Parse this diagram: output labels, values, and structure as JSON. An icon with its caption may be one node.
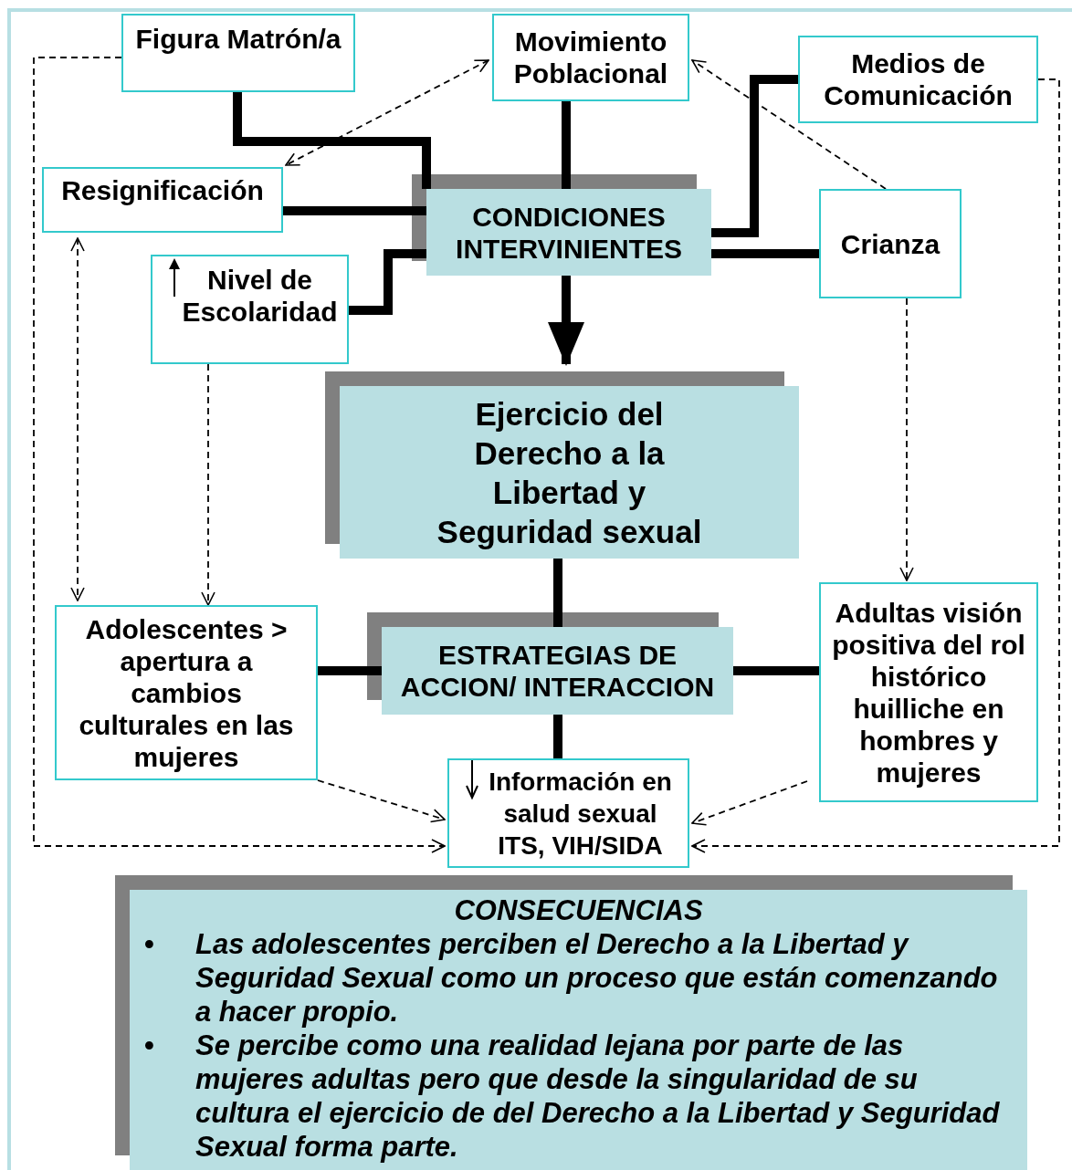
{
  "diagram": {
    "nodes": [
      {
        "text": [
          "Figura Matrón/a"
        ]
      },
      {
        "text": [
          "Movimiento Poblacional"
        ]
      },
      {
        "text": [
          "Medios de Comunicación"
        ]
      },
      {
        "text": [
          "Resignificación"
        ]
      },
      {
        "text": [
          "CONDICIONES INTERVINIENTES"
        ]
      },
      {
        "text": [
          "Crianza"
        ]
      },
      {
        "text": [
          "Nivel de Escolaridad"
        ]
      },
      {
        "text": [
          "Ejercicio del Derecho a la Libertad y Seguridad sexual"
        ]
      },
      {
        "text": [
          "Adolescentes > apertura a cambios culturales en las mujeres"
        ]
      },
      {
        "text": [
          "ESTRATEGIAS DE ACCION/ INTERACCION"
        ]
      },
      {
        "text": [
          "Adultas visión positiva del rol histórico huilliche en hombres y mujeres"
        ]
      },
      {
        "text": [
          "Información en salud sexual ITS, VIH/SIDA"
        ]
      },
      {
        "text": [
          "CONSECUENCIAS",
          "•",
          "Las adolescentes perciben el Derecho a la Libertad y Seguridad Sexual como un proceso que están comenzando a hacer propio.",
          "•",
          "Se percibe como una realidad lejana por parte de las mujeres adultas pero que desde la singularidad de su cultura el ejercicio de del Derecho a la Libertad y Seguridad Sexual forma parte."
        ]
      }
    ],
    "edges": [
      {
        "from": 0,
        "to": 4,
        "arrow": "none"
      },
      {
        "from": 1,
        "to": 3,
        "arrow": "both",
        "style": "dashed"
      },
      {
        "from": 1,
        "to": 4,
        "arrow": "none"
      },
      {
        "from": 2,
        "to": 4,
        "arrow": "none"
      },
      {
        "from": 5,
        "to": 1,
        "arrow": "to",
        "style": "dashed"
      },
      {
        "from": 3,
        "to": 4,
        "arrow": "none"
      },
      {
        "from": 6,
        "to": 4,
        "arrow": "none"
      },
      {
        "from": 4,
        "to": 5,
        "arrow": "none"
      },
      {
        "from": 4,
        "to": 7,
        "arrow": "to"
      },
      {
        "from": 3,
        "to": 8,
        "arrow": "both",
        "style": "dashed"
      },
      {
        "from": 6,
        "to": 8,
        "arrow": "to",
        "style": "dashed"
      },
      {
        "from": 5,
        "to": 10,
        "arrow": "to",
        "style": "dashed"
      },
      {
        "from": 7,
        "to": 9,
        "arrow": "none"
      },
      {
        "from": 8,
        "to": 9,
        "arrow": "none"
      },
      {
        "from": 9,
        "to": 10,
        "arrow": "none"
      },
      {
        "from": 9,
        "to": 11,
        "arrow": "none"
      },
      {
        "from": 8,
        "to": 11,
        "arrow": "to",
        "style": "dashed"
      },
      {
        "from": 10,
        "to": 11,
        "arrow": "to",
        "style": "dashed"
      },
      {
        "from": 0,
        "to": 11,
        "arrow": "to",
        "style": "dashed"
      },
      {
        "from": 2,
        "to": 11,
        "arrow": "to",
        "style": "dashed"
      }
    ]
  }
}
